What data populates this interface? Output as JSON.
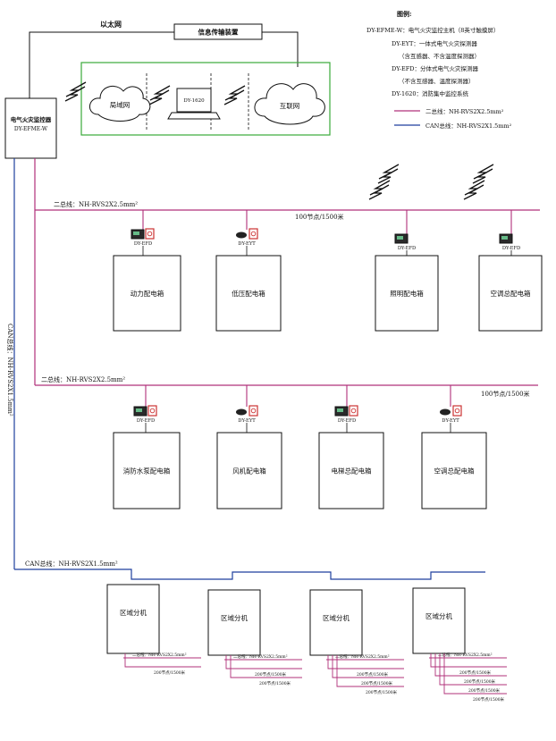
{
  "top": {
    "ethernet": "以太网",
    "info_device": "信息传输装置",
    "lan": "局域网",
    "internet": "互联网",
    "laptop": "DY-1620"
  },
  "host": {
    "line1": "电气火灾监控器",
    "line2": "DY-EFME-W"
  },
  "legend": {
    "title": "图例:",
    "items": [
      "DY-EFME-W：电气火灾监控主机（8英寸触摸屏）",
      "DY-EYT：一体式电气火灾探测器",
      "（含互感器、不含温度探测器）",
      "DY-EFD：分体式电气火灾探测器",
      "（不含互感器、温度探测器）",
      "DY-1620：消防集中监控系统"
    ],
    "line_bus2": "二总线：NH-RVS2X2.5mm²",
    "line_can": "CAN总线：NH-RVS2X1.5mm²",
    "colors": {
      "bus2": "#b0307a",
      "can": "#1f3f9e",
      "lan_box": "#3aa93a"
    }
  },
  "bus_labels": {
    "row1_bus": "二总线：NH-RVS2X2.5mm²",
    "row1_capacity": "100节点/1500米",
    "row2_bus": "二总线：NH-RVS2X2.5mm²",
    "row2_capacity": "100节点/1500米",
    "can_vertical": "CAN总线：NH-RVS2X1.5mm²",
    "can_horizontal": "CAN总线：NH-RVS2X1.5mm²"
  },
  "row1": [
    {
      "device": "DY-EFD",
      "cabinet": "动力配电箱"
    },
    {
      "device": "DY-EYT",
      "cabinet": "低压配电箱"
    },
    {
      "device": "DY-EFD",
      "cabinet": "照明配电箱"
    },
    {
      "device": "DY-EFD",
      "cabinet": "空调总配电箱"
    }
  ],
  "row2": [
    {
      "device": "DY-EFD",
      "cabinet": "消防水泵配电箱"
    },
    {
      "device": "DY-EYT",
      "cabinet": "风机配电箱"
    },
    {
      "device": "DY-EFD",
      "cabinet": "电梯总配电箱"
    },
    {
      "device": "DY-EYT",
      "cabinet": "空调总配电箱"
    }
  ],
  "zones": [
    {
      "label": "区域分机",
      "bus": "二总线：NH-RVS2X2.5mm²",
      "caps": [
        "200节点/1500米"
      ]
    },
    {
      "label": "区域分机",
      "bus": "二总线：NH-RVS2X2.5mm²",
      "caps": [
        "200节点/1500米",
        "200节点/1500米"
      ]
    },
    {
      "label": "区域分机",
      "bus": "二总线：NH-RVS2X2.5mm²",
      "caps": [
        "200节点/1500米",
        "200节点/1500米",
        "200节点/1500米"
      ]
    },
    {
      "label": "区域分机",
      "bus": "二总线：NH-RVS2X2.5mm²",
      "caps": [
        "200节点/1500米",
        "200节点/1500米",
        "200节点/1500米",
        "200节点/1500米"
      ]
    }
  ]
}
